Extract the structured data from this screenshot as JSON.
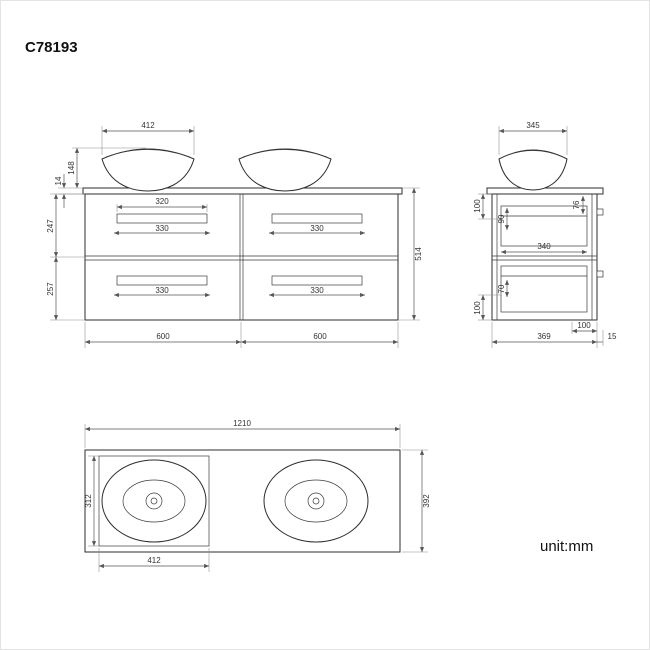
{
  "title": "C78193",
  "unit_label": "unit:mm",
  "front_view": {
    "sink_width": "412",
    "counter_thickness": "14",
    "sink_height": "148",
    "upper_section_height": "247",
    "lower_section_height": "257",
    "total_height": "514",
    "handle_width": "320",
    "drawer_top_left": "330",
    "drawer_top_right": "330",
    "drawer_bottom_left": "330",
    "drawer_bottom_right": "330",
    "cabinet_width_left": "600",
    "cabinet_width_right": "600"
  },
  "side_view": {
    "sink_width": "345",
    "top_front_height": "100",
    "top_back_height": "76",
    "upper_drawer_depth": "90",
    "inner_depth": "340",
    "lower_drawer_depth": "70",
    "bottom_front_height": "100",
    "total_depth": "369",
    "back_offset": "100",
    "overhang": "15"
  },
  "top_view": {
    "total_width": "1210",
    "total_depth": "392",
    "counter_section_depth": "312",
    "counter_section_width": "412"
  }
}
